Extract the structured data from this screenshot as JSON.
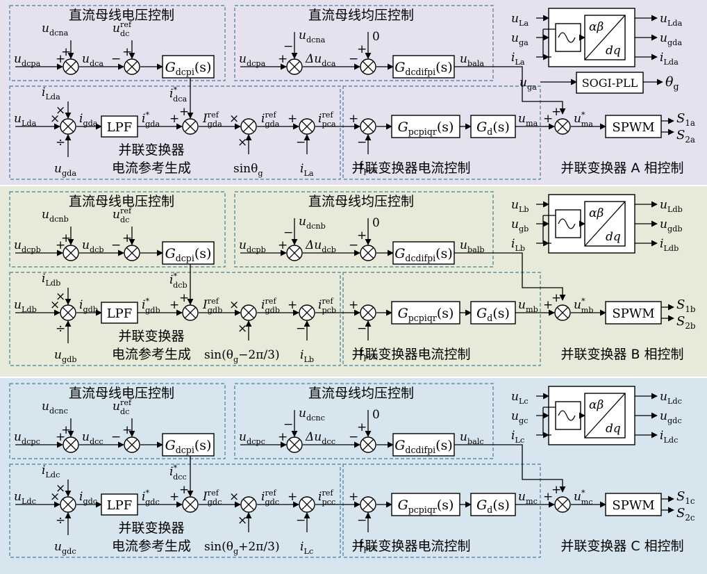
{
  "colors": {
    "phase_a_bg": "#e6e1ef",
    "phase_b_bg": "#e7ead8",
    "phase_c_bg": "#d7e6ee",
    "dashed_border": "#3f7f9a"
  },
  "common_labels": {
    "dc_voltage_ctrl_title": "直流母线电压控制",
    "dc_balance_ctrl_title": "直流母线均压控制",
    "current_ref_gen_line1": "并联变换器",
    "current_ref_gen_line2": "电流参考生成",
    "current_ctrl_title": "并联变换器电流控制",
    "lpf": "LPF",
    "spwm": "SPWM",
    "sogi_pll": "SOGI-PLL",
    "zero": "0",
    "alpha_beta": "αβ",
    "dq": "dq"
  },
  "phases": [
    {
      "letter": "a",
      "u_dcn": "u_dcna",
      "u_dcp": "u_dcpa",
      "u_dc": "u_dca",
      "u_dc_ref": "u_dc^ref",
      "g_dcpi": "G_dcpi(s)",
      "delta_u": "Δu_dca",
      "g_dcdifpi": "G_dcdifpi(s)",
      "u_bal": "u_bala",
      "i_dc_star": "i*_dca",
      "u_L": "u_La",
      "u_g": "u_ga",
      "i_L": "i_La",
      "u_Ld": "u_Lda",
      "u_gd": "u_gda",
      "i_Ld": "i_Lda",
      "i_gd": "i_gda",
      "i_gd_star": "i*_gda",
      "I_gd_ref": "I_gda^ref",
      "i_gd_ref": "i_gda^ref",
      "i_pc_ref": "i_pca^ref",
      "sin_label": "sinθ_g",
      "i_pc": "i_pca",
      "g_pcpiqr": "G_pcpiqr(s)",
      "g_d": "G_d(s)",
      "u_m": "u_ma",
      "u_m_star": "u*_ma",
      "s1": "S_1a",
      "s2": "S_2a",
      "theta_out": "θ_g",
      "phase_ctrl_title": "并联变换器 A 相控制"
    },
    {
      "letter": "b",
      "u_dcn": "u_dcnb",
      "u_dcp": "u_dcpb",
      "u_dc": "u_dcb",
      "u_dc_ref": "u_dc^ref",
      "g_dcpi": "G_dcpi(s)",
      "delta_u": "Δu_dcb",
      "g_dcdifpi": "G_dcdifpi(s)",
      "u_bal": "u_balb",
      "i_dc_star": "i*_dcb",
      "u_L": "u_Lb",
      "u_g": "u_gb",
      "i_L": "i_Lb",
      "u_Ld": "u_Ldb",
      "u_gd": "u_gdb",
      "i_Ld": "i_Ldb",
      "i_gd": "i_gdb",
      "i_gd_star": "i*_gdb",
      "I_gd_ref": "I_gdb^ref",
      "i_gd_ref": "i_gdb^ref",
      "i_pc_ref": "i_pcb^ref",
      "sin_label": "sin(θ_g−2π/3)",
      "i_pc": "i_pcb",
      "g_pcpiqr": "G_pcpiqr(s)",
      "g_d": "G_d(s)",
      "u_m": "u_mb",
      "u_m_star": "u*_mb",
      "s1": "S_1b",
      "s2": "S_2b",
      "phase_ctrl_title": "并联变换器 B 相控制"
    },
    {
      "letter": "c",
      "u_dcn": "u_dcnc",
      "u_dcp": "u_dcpc",
      "u_dc": "u_dcc",
      "u_dc_ref": "u_dc^ref",
      "g_dcpi": "G_dcpi(s)",
      "delta_u": "Δu_dcc",
      "g_dcdifpi": "G_dcdifpi(s)",
      "u_bal": "u_balc",
      "i_dc_star": "i*_dcc",
      "u_L": "u_Lc",
      "u_g": "u_gc",
      "i_L": "i_Lc",
      "u_Ld": "u_Ldc",
      "u_gd": "u_gdc",
      "i_Ld": "i_Ldc",
      "i_gd": "i_gdc",
      "i_gd_star": "i*_gdc",
      "I_gd_ref": "I_gdc^ref",
      "i_gd_ref": "i_gdc^ref",
      "i_pc_ref": "i_pcc^ref",
      "sin_label": "sin(θ_g+2π/3)",
      "i_pc": "i_pcc",
      "g_pcpiqr": "G_pcpiqr(s)",
      "g_d": "G_d(s)",
      "u_m": "u_mc",
      "u_m_star": "u*_mc",
      "s1": "S_1c",
      "s2": "S_2c",
      "phase_ctrl_title": "并联变换器 C 相控制"
    }
  ]
}
